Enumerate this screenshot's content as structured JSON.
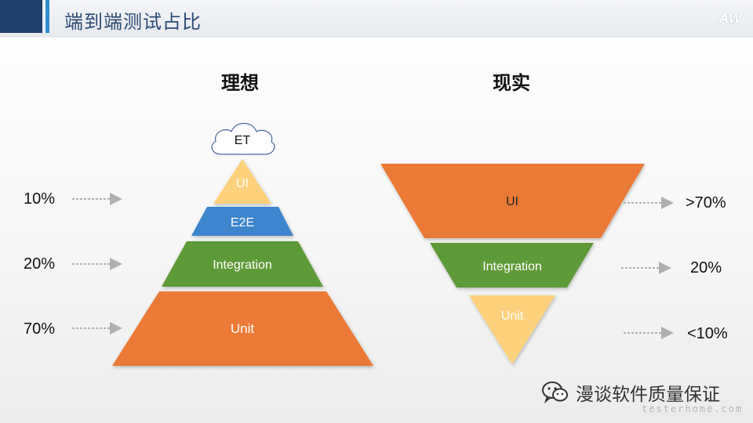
{
  "header": {
    "title": "端到端测试占比",
    "logo": "AW"
  },
  "ideal": {
    "title": "理想",
    "top_cloud": "ET",
    "layers": [
      {
        "label": "UI",
        "color": "#fdd17b"
      },
      {
        "label": "E2E",
        "color": "#3e85cc"
      },
      {
        "label": "Integration",
        "color": "#5e9a38"
      },
      {
        "label": "Unit",
        "color": "#ea7a34"
      }
    ],
    "percentages": [
      "10%",
      "20%",
      "70%"
    ]
  },
  "reality": {
    "title": "现实",
    "layers": [
      {
        "label": "UI",
        "color": "#ea7a34"
      },
      {
        "label": "Integration",
        "color": "#5e9a38"
      },
      {
        "label": "Unit",
        "color": "#fdd17b"
      }
    ],
    "percentages": [
      ">70%",
      "20%",
      "<10%"
    ]
  },
  "watermark": {
    "text": "漫谈软件质量保证",
    "site": "testerhome.com",
    "icon": "wechat-icon"
  }
}
